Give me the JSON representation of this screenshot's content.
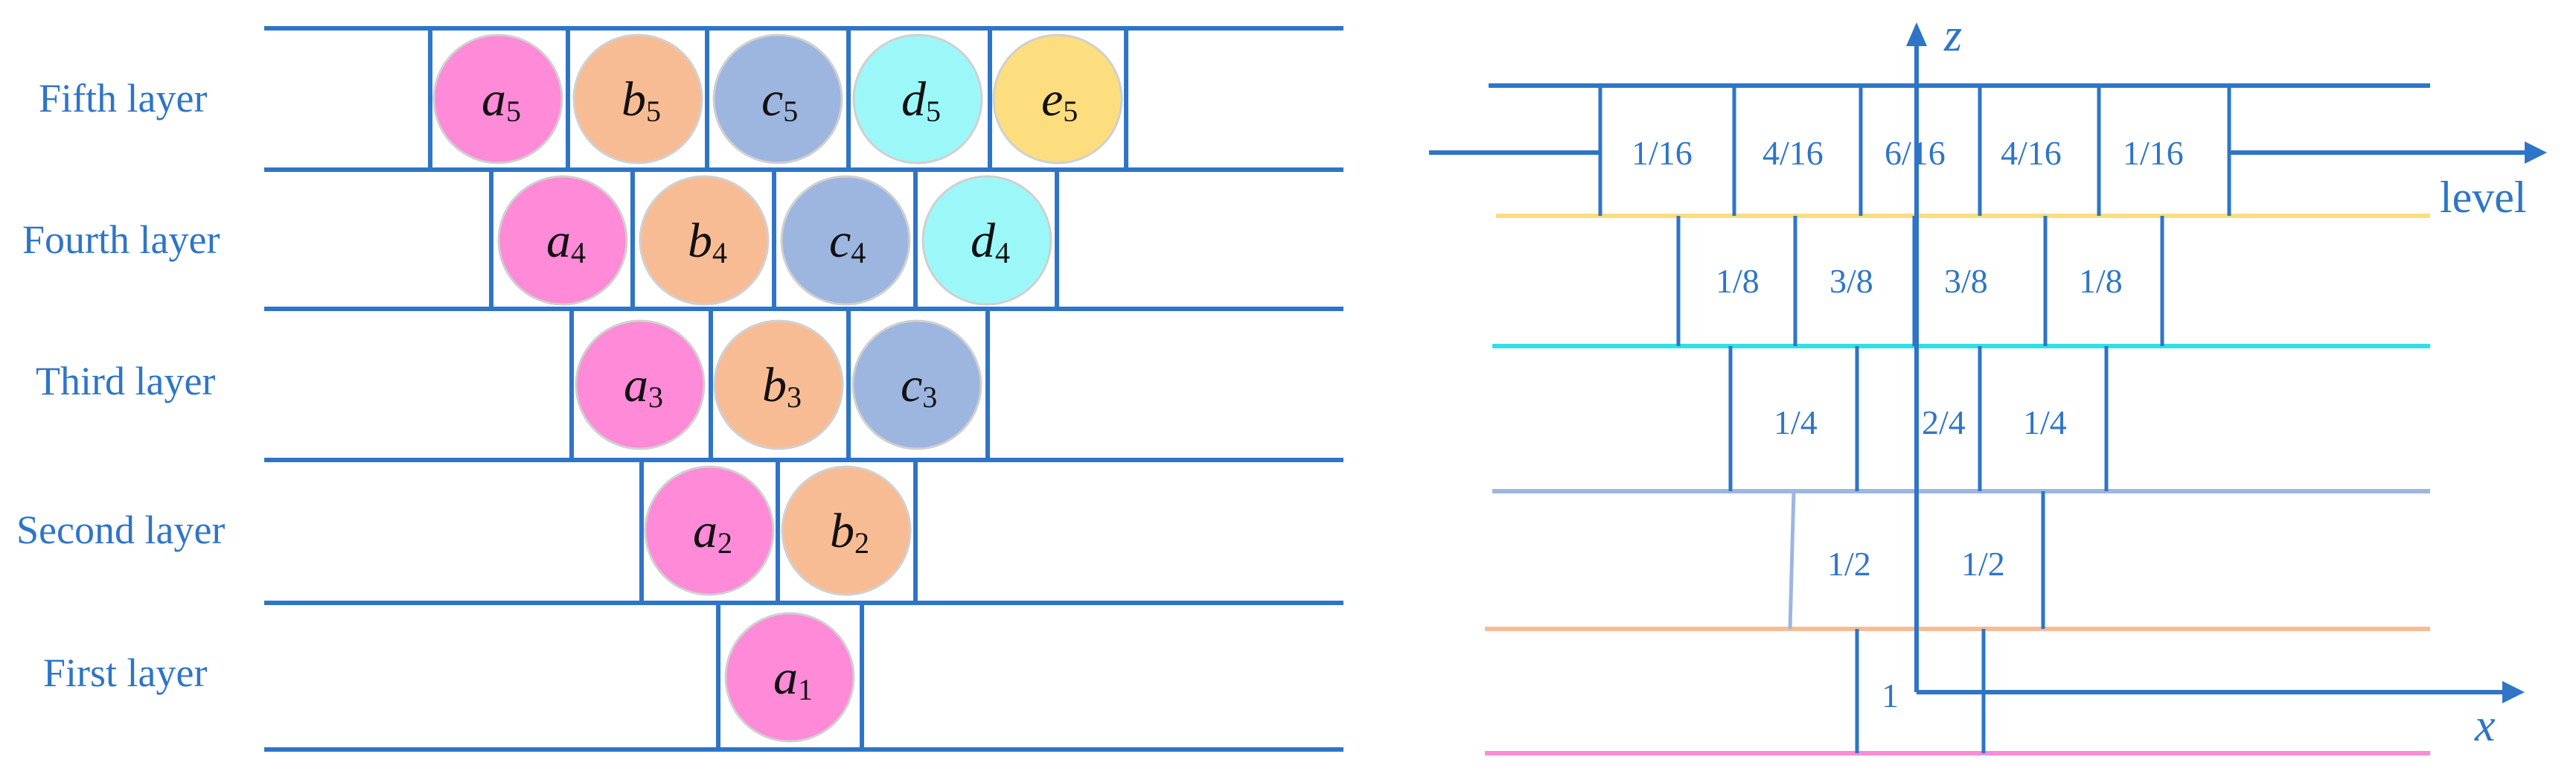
{
  "left_diagram": {
    "layers": [
      {
        "label": "Fifth layer",
        "balls": [
          {
            "letter": "a",
            "sub": "5",
            "color": "#FF8AD8"
          },
          {
            "letter": "b",
            "sub": "5",
            "color": "#F8BC94"
          },
          {
            "letter": "c",
            "sub": "5",
            "color": "#9DB6E0"
          },
          {
            "letter": "d",
            "sub": "5",
            "color": "#9CF8F8"
          },
          {
            "letter": "e",
            "sub": "5",
            "color": "#FCDE7E"
          }
        ]
      },
      {
        "label": "Fourth layer",
        "balls": [
          {
            "letter": "a",
            "sub": "4",
            "color": "#FF8AD8"
          },
          {
            "letter": "b",
            "sub": "4",
            "color": "#F8BC94"
          },
          {
            "letter": "c",
            "sub": "4",
            "color": "#9DB6E0"
          },
          {
            "letter": "d",
            "sub": "4",
            "color": "#9CF8F8"
          }
        ]
      },
      {
        "label": "Third layer",
        "balls": [
          {
            "letter": "a",
            "sub": "3",
            "color": "#FF8AD8"
          },
          {
            "letter": "b",
            "sub": "3",
            "color": "#F8BC94"
          },
          {
            "letter": "c",
            "sub": "3",
            "color": "#9DB6E0"
          }
        ]
      },
      {
        "label": "Second layer",
        "balls": [
          {
            "letter": "a",
            "sub": "2",
            "color": "#FF8AD8"
          },
          {
            "letter": "b",
            "sub": "2",
            "color": "#F8BC94"
          }
        ]
      },
      {
        "label": "First layer",
        "balls": [
          {
            "letter": "a",
            "sub": "1",
            "color": "#FF8AD8"
          }
        ]
      }
    ]
  },
  "right_diagram": {
    "z_label": "z",
    "level_label": "level",
    "x_label": "x",
    "rows": [
      {
        "fractions": [
          "1/16",
          "4/16",
          "6/16",
          "4/16",
          "1/16"
        ],
        "line_color": "#FCDE7E"
      },
      {
        "fractions": [
          "1/8",
          "3/8",
          "3/8",
          "1/8"
        ],
        "line_color": "#2FE0E8"
      },
      {
        "fractions": [
          "1/4",
          "2/4",
          "1/4"
        ],
        "line_color": "#9DB6E0"
      },
      {
        "fractions": [
          "1/2",
          "1/2"
        ],
        "line_color": "#F8BC94"
      },
      {
        "fractions": [
          "1"
        ],
        "line_color": "#FF8AD8"
      }
    ]
  },
  "colors": {
    "frame": "#2E75C8",
    "text": "#2E75C8"
  }
}
